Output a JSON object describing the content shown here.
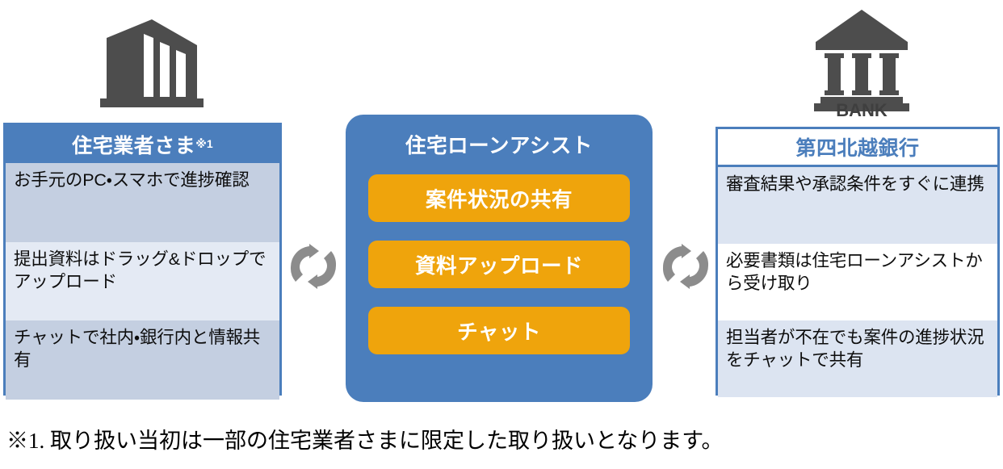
{
  "colors": {
    "brand_blue": "#4b7ebc",
    "accent_orange": "#efa40c",
    "icon_gray": "#4d4d4d",
    "sync_gray": "#8c8c8c",
    "row_band_dark": "#c4cfe1",
    "row_band_light": "#e4eaf4",
    "right_row_band": "#dce4f1"
  },
  "icons": {
    "office_building": "office-building-icon",
    "bank_building": "bank-building-icon",
    "bank_label": "BANK",
    "sync_left": "sync-exchange-icon",
    "sync_right": "sync-exchange-icon"
  },
  "left_panel": {
    "title": "住宅業者さま",
    "title_note": "※1",
    "rows": [
      "お手元のPC・スマホで進捗確認",
      "提出資料はドラッグ&ドロップでアップロード",
      "チャットで社内・銀行内と情報共有"
    ]
  },
  "center_panel": {
    "title": "住宅ローンアシスト",
    "features": [
      "案件状況の共有",
      "資料アップロード",
      "チャット"
    ]
  },
  "right_panel": {
    "title": "第四北越銀行",
    "rows": [
      "審査結果や承認条件をすぐに連携",
      "必要書類は住宅ローンアシストから受け取り",
      "担当者が不在でも案件の進捗状況をチャットで共有"
    ]
  },
  "footnote": {
    "text": "※1. 取り扱い当初は一部の住宅業者さまに限定した取り扱いとなります。"
  }
}
